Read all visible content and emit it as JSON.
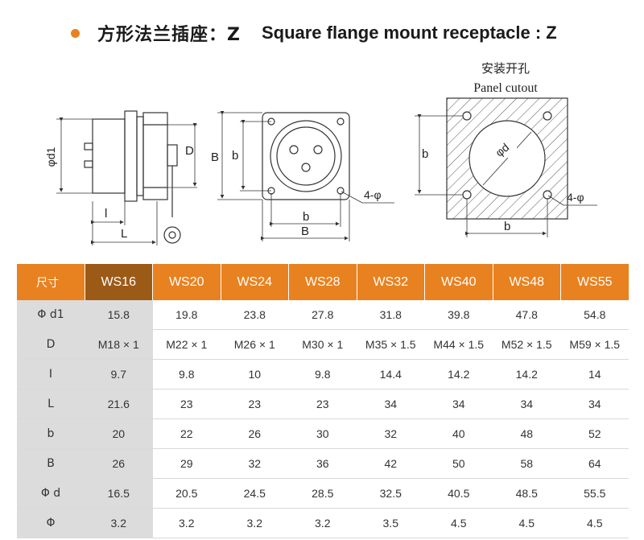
{
  "title": {
    "cn": "方形法兰插座：Z",
    "en": "Square flange mount receptacle : Z"
  },
  "drawing": {
    "labels": {
      "phi_d1": "φd1",
      "l_small": "l",
      "L": "L",
      "D": "D",
      "B_left": "B",
      "b_left": "b",
      "b_bottom": "b",
      "B_bottom": "B",
      "hole": "4-φ",
      "cutout_cn": "安装开孔",
      "cutout_en": "Panel cutout",
      "cutout_phi_d": "φd",
      "cutout_b_left": "b",
      "cutout_b_bottom": "b",
      "cutout_hole": "4-φ"
    }
  },
  "table": {
    "corner": "尺寸",
    "columns": [
      "WS16",
      "WS20",
      "WS24",
      "WS28",
      "WS32",
      "WS40",
      "WS48",
      "WS55"
    ],
    "rows": [
      {
        "label": "Φ d1",
        "values": [
          "15.8",
          "19.8",
          "23.8",
          "27.8",
          "31.8",
          "39.8",
          "47.8",
          "54.8"
        ]
      },
      {
        "label": "D",
        "values": [
          "M18 × 1",
          "M22 × 1",
          "M26 × 1",
          "M30 × 1",
          "M35 × 1.5",
          "M44 × 1.5",
          "M52 × 1.5",
          "M59 × 1.5"
        ]
      },
      {
        "label": "I",
        "values": [
          "9.7",
          "9.8",
          "10",
          "9.8",
          "14.4",
          "14.2",
          "14.2",
          "14"
        ]
      },
      {
        "label": "L",
        "values": [
          "21.6",
          "23",
          "23",
          "23",
          "34",
          "34",
          "34",
          "34"
        ]
      },
      {
        "label": "b",
        "values": [
          "20",
          "22",
          "26",
          "30",
          "32",
          "40",
          "48",
          "52"
        ]
      },
      {
        "label": "B",
        "values": [
          "26",
          "29",
          "32",
          "36",
          "42",
          "50",
          "58",
          "64"
        ]
      },
      {
        "label": "Φ d",
        "values": [
          "16.5",
          "20.5",
          "24.5",
          "28.5",
          "32.5",
          "40.5",
          "48.5",
          "55.5"
        ]
      },
      {
        "label": "Φ",
        "values": [
          "3.2",
          "3.2",
          "3.2",
          "3.2",
          "3.5",
          "4.5",
          "4.5",
          "4.5"
        ]
      }
    ]
  },
  "colors": {
    "accent": "#e8811f",
    "accent_dark": "#9b5a16",
    "label_bg": "#dcdcdc"
  }
}
